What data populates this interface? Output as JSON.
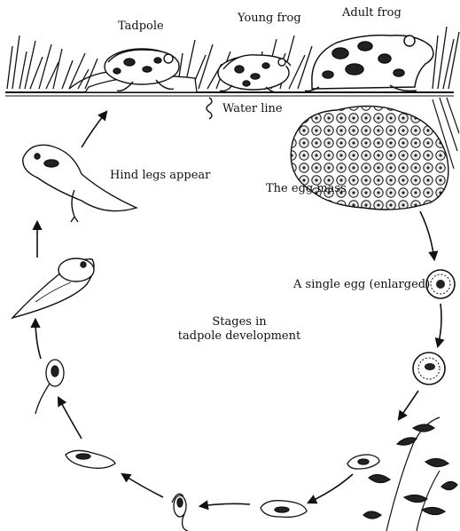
{
  "labels": {
    "tadpole": "Tadpole",
    "young_frog": "Young frog",
    "adult_frog": "Adult frog",
    "water_line": "Water line",
    "hind_legs": "Hind legs appear",
    "egg_mass": "The egg mass",
    "single_egg": "A single egg (enlarged)",
    "center_line1": "Stages in",
    "center_line2": "tadpole development"
  },
  "colors": {
    "ink": "#111111",
    "background": "#ffffff",
    "frog_spots": "#222222",
    "egg_fill": "#dddddd"
  }
}
